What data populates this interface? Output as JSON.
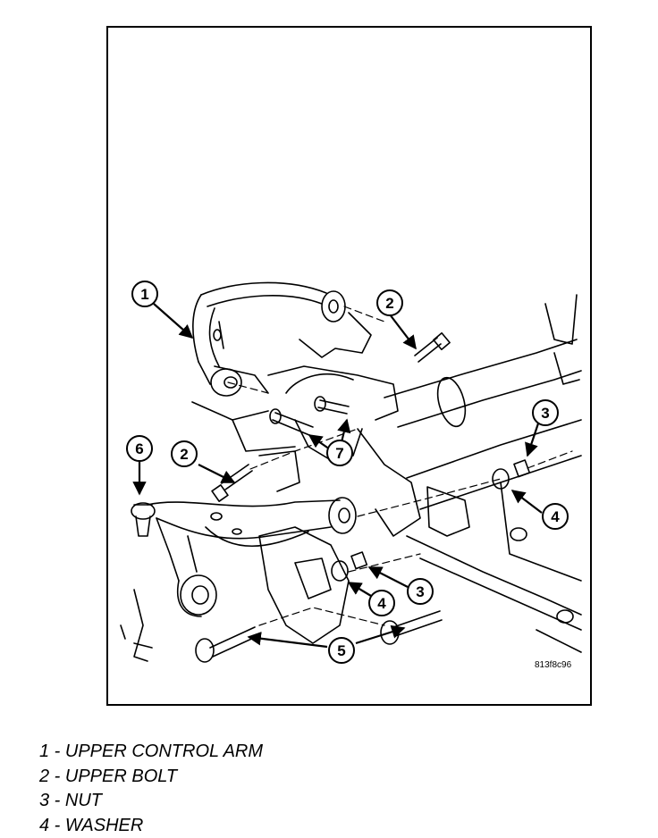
{
  "figure": {
    "reference_code": "813f8c96",
    "callouts": [
      {
        "id": "callout-1",
        "number": "1"
      },
      {
        "id": "callout-2a",
        "number": "2"
      },
      {
        "id": "callout-2b",
        "number": "2"
      },
      {
        "id": "callout-3a",
        "number": "3"
      },
      {
        "id": "callout-3b",
        "number": "3"
      },
      {
        "id": "callout-4a",
        "number": "4"
      },
      {
        "id": "callout-4b",
        "number": "4"
      },
      {
        "id": "callout-5",
        "number": "5"
      },
      {
        "id": "callout-6",
        "number": "6"
      },
      {
        "id": "callout-7",
        "number": "7"
      }
    ]
  },
  "legend": [
    {
      "text": "1 - UPPER CONTROL ARM"
    },
    {
      "text": "2 - UPPER BOLT"
    },
    {
      "text": "3 - NUT"
    },
    {
      "text": "4 - WASHER"
    }
  ]
}
